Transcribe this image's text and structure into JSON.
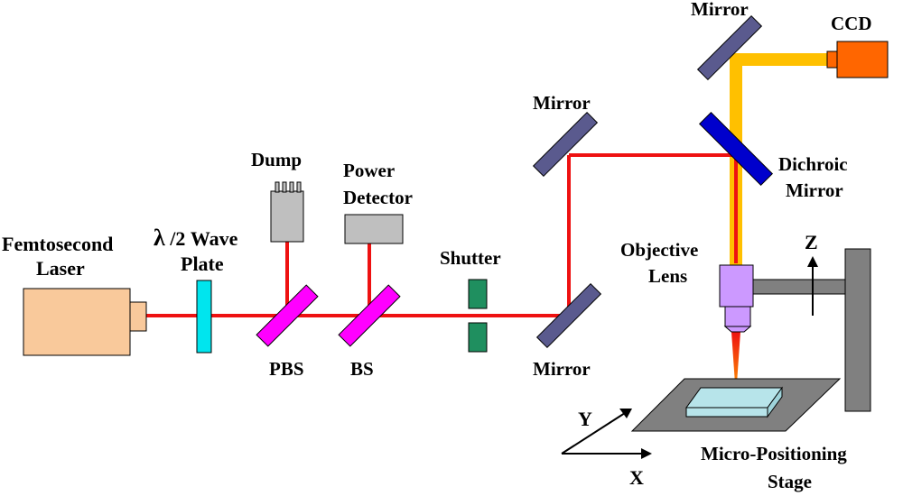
{
  "colors": {
    "laser_beam": "#ee1111",
    "imaging_beam": "#ffc000",
    "laser_body": "#f9c99b",
    "wave_plate": "#00e5ee",
    "splitter": "#ff00ff",
    "shutter": "#1f8f5f",
    "mirror": "#5a5a8e",
    "dichroic": "#0000cc",
    "ccd": "#ff6600",
    "objective": "#cc99ff",
    "gray_device": "#bfbfbf",
    "stage": "#808080",
    "sample": "#b7e4ea"
  },
  "labels": {
    "laser_line1": "Femtosecond",
    "laser_line2": "Laser",
    "wave_line1_symbol": "λ",
    "wave_line1_rest": " /2 Wave",
    "wave_line2": "Plate",
    "dump": "Dump",
    "power_line1": "Power",
    "power_line2": "Detector",
    "pbs": "PBS",
    "bs": "BS",
    "shutter": "Shutter",
    "mirror_upper": "Mirror",
    "mirror_lower": "Mirror",
    "mirror_top": "Mirror",
    "ccd": "CCD",
    "dichroic_line1": "Dichroic",
    "dichroic_line2": "Mirror",
    "objective_line1": "Objective",
    "objective_line2": "Lens",
    "axis_z": "Z",
    "axis_y": "Y",
    "axis_x": "X",
    "stage_line1": "Micro-Positioning",
    "stage_line2": "Stage"
  }
}
